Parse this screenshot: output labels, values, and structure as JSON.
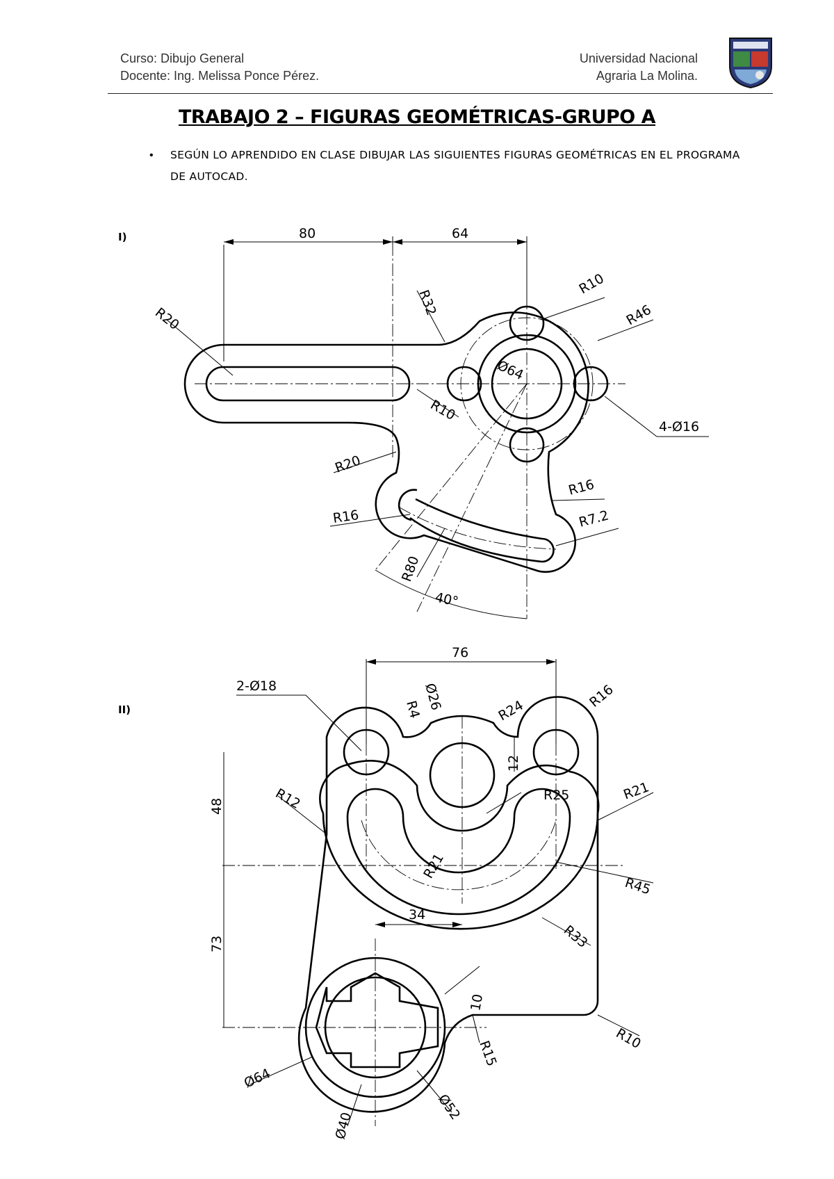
{
  "header": {
    "course": "Curso: Dibujo General",
    "teacher": "Docente: Ing. Melissa Ponce Pérez.",
    "university_line1": "Universidad Nacional",
    "university_line2": "Agraria La Molina."
  },
  "title": "TRABAJO 2 – FIGURAS GEOMÉTRICAS-GRUPO A",
  "instruction": "SEGÚN LO APRENDIDO EN CLASE DIBUJAR LAS SIGUIENTES FIGURAS GEOMÉTRICAS EN EL PROGRAMA DE AUTOCAD.",
  "bullet": "•",
  "figure1": {
    "label": "I)",
    "dims": {
      "d80": "80",
      "d64": "64",
      "r20_top": "R20",
      "r32": "R32",
      "r10_top": "R10",
      "r46": "R46",
      "dia64": "Ø64",
      "r10_mid": "R10",
      "holes": "4-Ø16",
      "r20_low": "R20",
      "r16_right": "R16",
      "r16_left": "R16",
      "r72": "R7.2",
      "r80": "R80",
      "ang40": "40°"
    }
  },
  "figure2": {
    "label": "II)",
    "dims": {
      "d76": "76",
      "holes": "2-Ø18",
      "r4": "R4",
      "dia26": "Ø26",
      "r24": "R24",
      "r16": "R16",
      "d12": "12",
      "d48": "48",
      "r12": "R12",
      "r25": "R25",
      "r21_right": "R21",
      "r21_center": "R21",
      "r45": "R45",
      "d34": "34",
      "r33": "R33",
      "d73": "73",
      "d10": "10",
      "r15": "R15",
      "r10": "R10",
      "dia64": "Ø64",
      "dia52": "Ø52",
      "dia40": "Ø40"
    }
  }
}
